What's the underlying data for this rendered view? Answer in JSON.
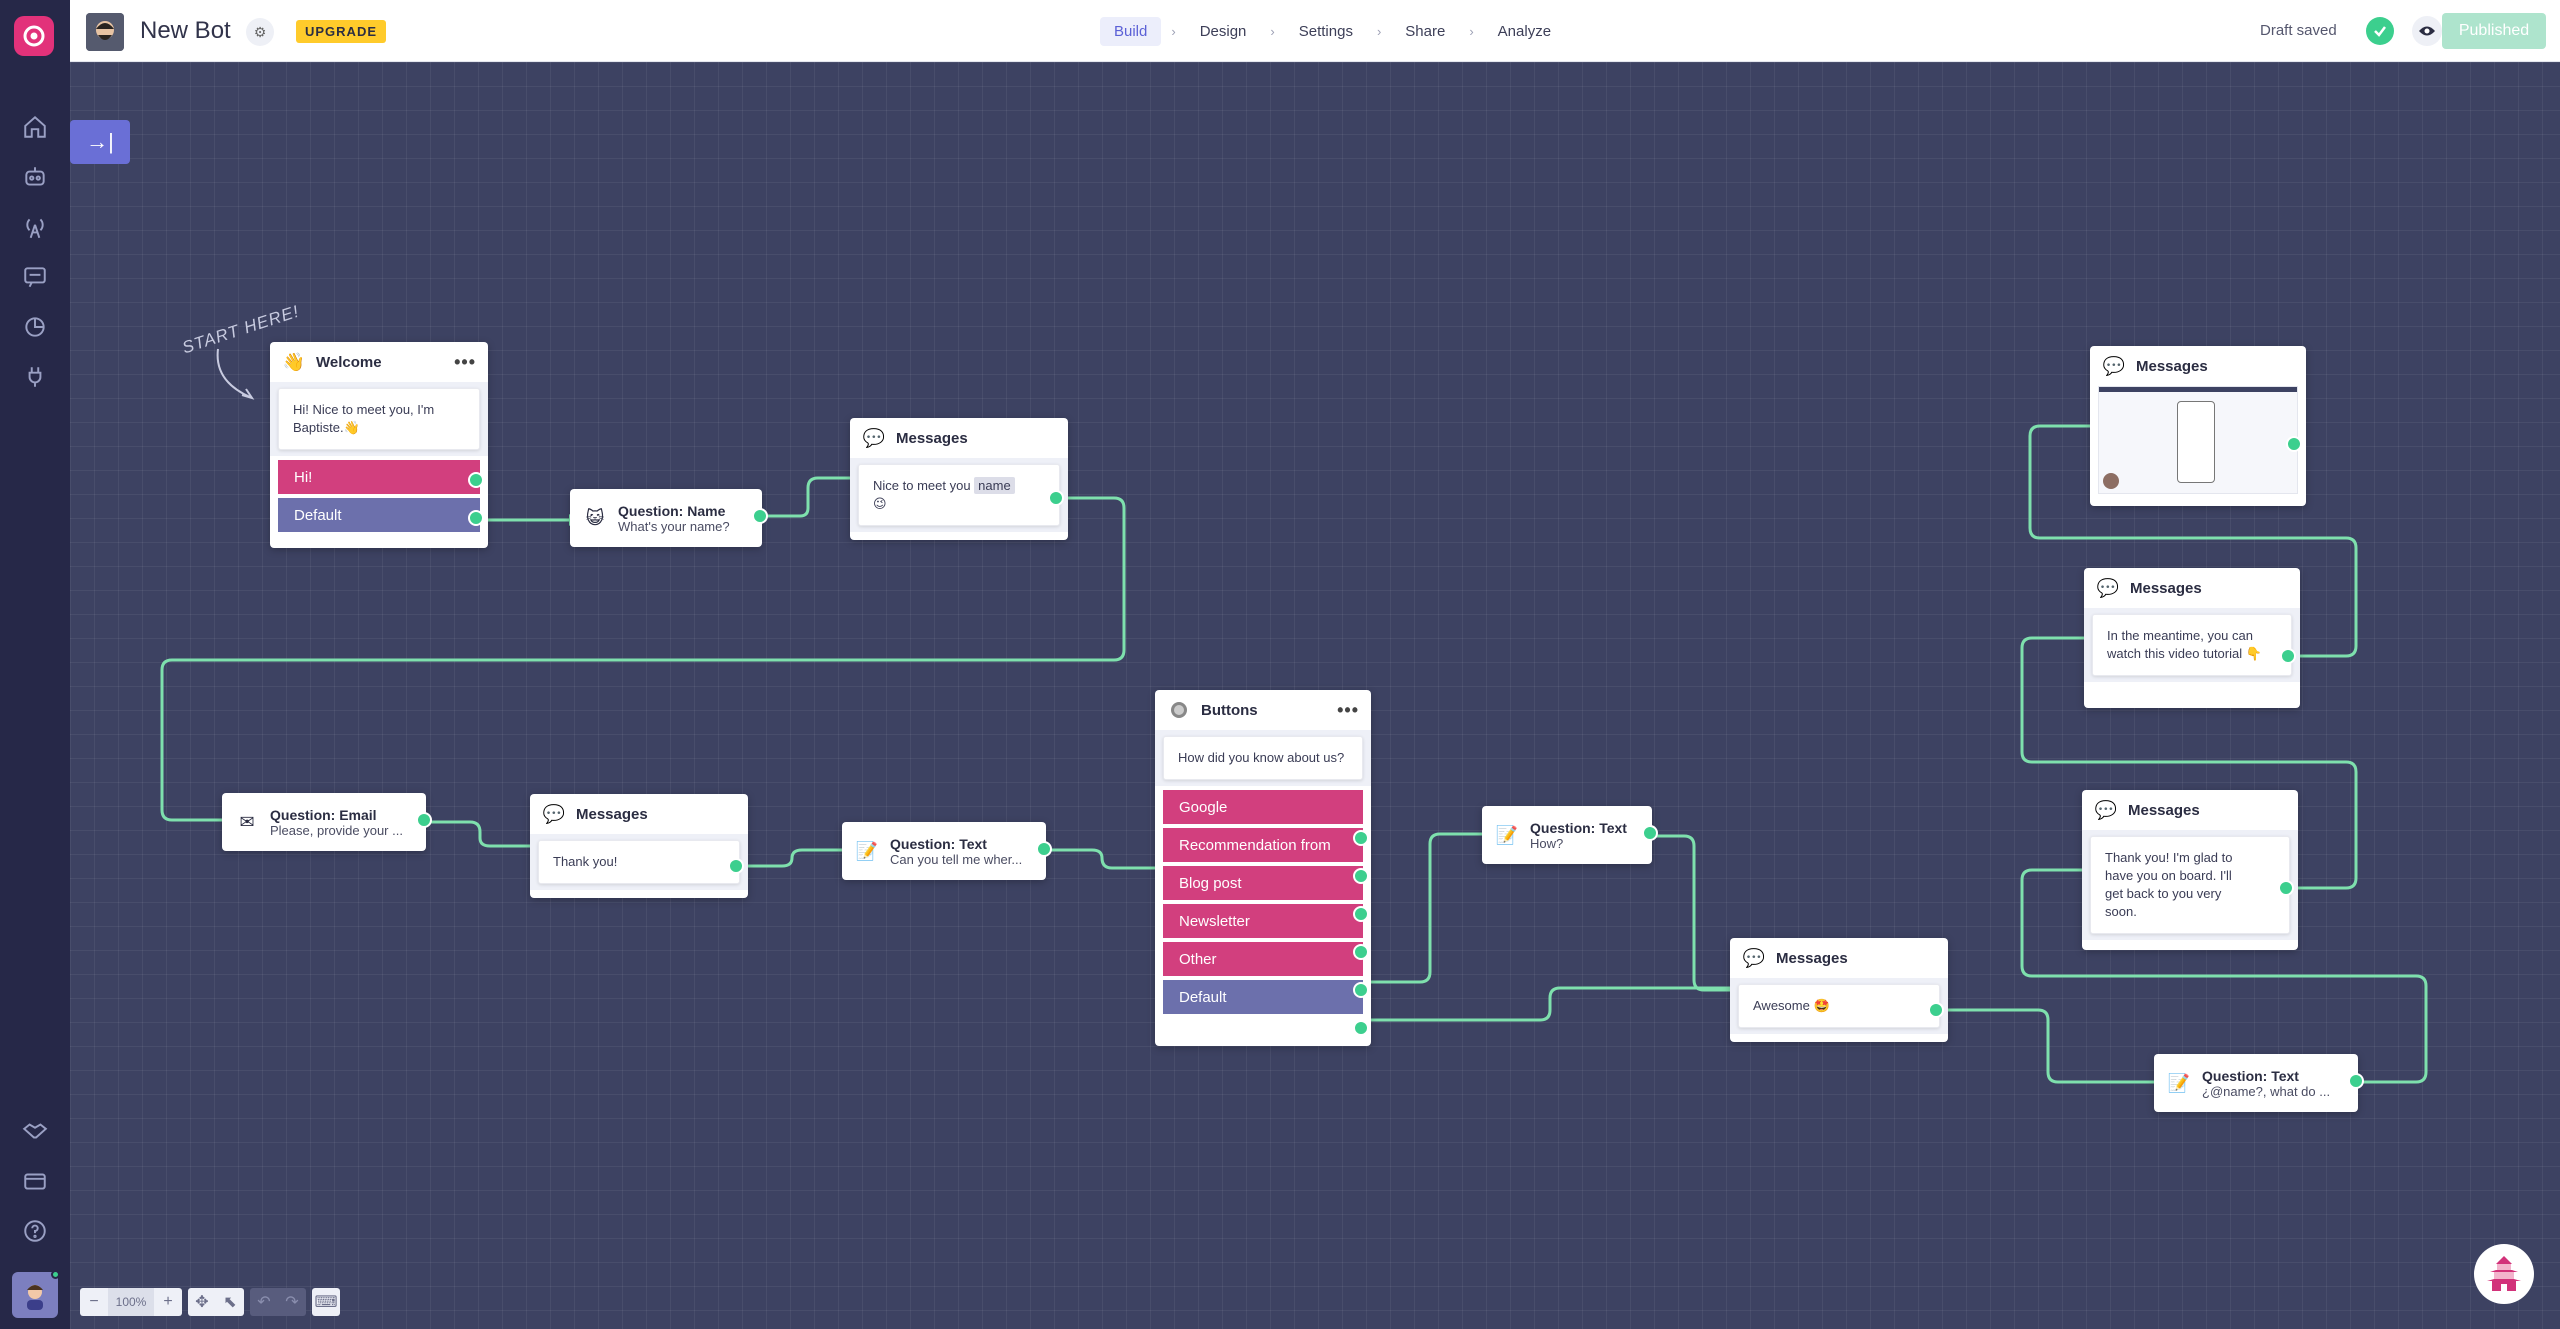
{
  "header": {
    "bot_name": "New Bot",
    "upgrade": "UPGRADE",
    "nav": [
      "Build",
      "Design",
      "Settings",
      "Share",
      "Analyze"
    ],
    "draft_status": "Draft saved",
    "publish": "Published"
  },
  "canvas": {
    "start_here": "START HERE!"
  },
  "nodes": {
    "welcome": {
      "title": "Welcome",
      "text": "Hi! Nice to meet you, I'm Baptiste.👋",
      "buttons": [
        "Hi!",
        "Default"
      ]
    },
    "q_name": {
      "title": "Question: Name",
      "sub": "What's your name?"
    },
    "msg_nice": {
      "title": "Messages",
      "text_before": "Nice to meet you",
      "variable": "name",
      "emoji": "😉"
    },
    "q_email": {
      "title": "Question: Email",
      "sub": "Please, provide your ..."
    },
    "msg_thanks": {
      "title": "Messages",
      "text": "Thank you!"
    },
    "q_text_where": {
      "title": "Question: Text",
      "sub": "Can you tell me wher..."
    },
    "buttons": {
      "title": "Buttons",
      "text": "How did you know about us?",
      "buttons": [
        "Google",
        "Recommendation from",
        "Blog post",
        "Newsletter",
        "Other",
        "Default"
      ]
    },
    "q_text_how": {
      "title": "Question: Text",
      "sub": "How?"
    },
    "msg_awesome": {
      "title": "Messages",
      "text": "Awesome 🤩"
    },
    "msg_glad": {
      "title": "Messages",
      "text": "Thank you! I'm glad to have you on board. I'll get back to you very soon."
    },
    "msg_meantime": {
      "title": "Messages",
      "text": "In the meantime, you can watch this video tutorial 👇"
    },
    "msg_video": {
      "title": "Messages"
    },
    "q_text_final": {
      "title": "Question: Text",
      "sub": "¿@name?, what do ..."
    }
  },
  "toolbar": {
    "zoom": "100%"
  },
  "colors": {
    "accent": "#e2327a",
    "port": "#3ccf8e",
    "button": "#d23f7e",
    "default_button": "#6c70ac",
    "canvas": "#3d4262"
  }
}
